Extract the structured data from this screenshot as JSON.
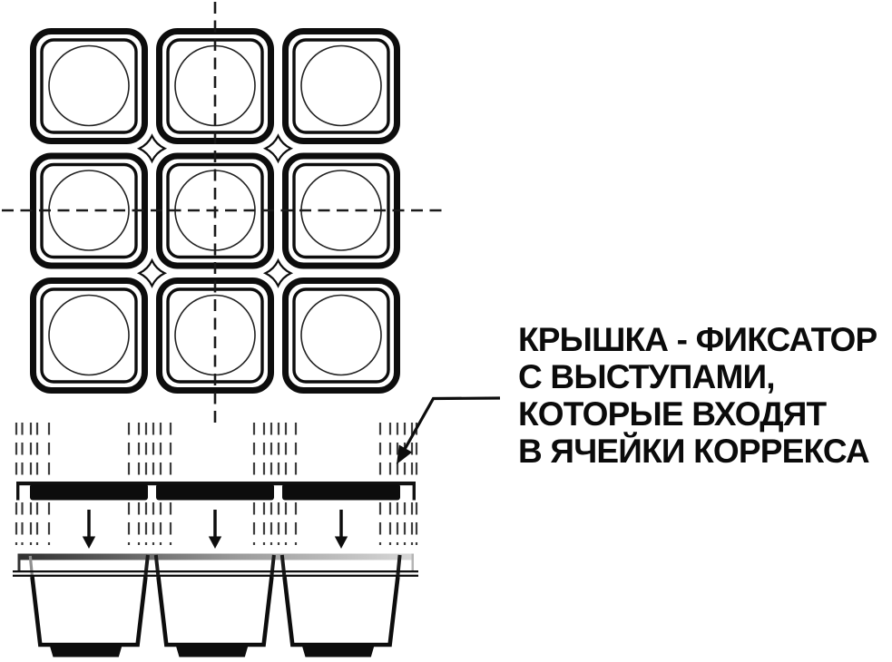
{
  "annotation": {
    "lines": [
      "КРЫШКА - ФИКСАТОР",
      "С ВЫСТУПАМИ,",
      "КОТОРЫЕ ВХОДЯТ",
      "В ЯЧЕЙКИ КОРРЕКСА"
    ]
  },
  "figure": {
    "type": "technical-line-diagram",
    "subject": "lid-fixator inserted into correx cell tray",
    "top_view": {
      "grid_rows": 3,
      "grid_cols": 3,
      "cells_total": 9,
      "cell_contents": "rounded double wall with inner circle cavity",
      "centerlines": "dashed crosshair through middle row and column"
    },
    "side_view": {
      "lid_protrusions": 3,
      "insertion_arrows": 3,
      "tray_cups": 3,
      "hidden_edge_dash_groups": 4
    },
    "colors": {
      "line": "#0d0d0d",
      "hidden_line": "#3d3d3d",
      "solid_fill": "#0d0d0d",
      "tray_top_gradient_start": "#2f2f2f",
      "tray_top_gradient_end": "#d8d8d8",
      "background": "#ffffff",
      "text": "#0b0b0b"
    }
  }
}
